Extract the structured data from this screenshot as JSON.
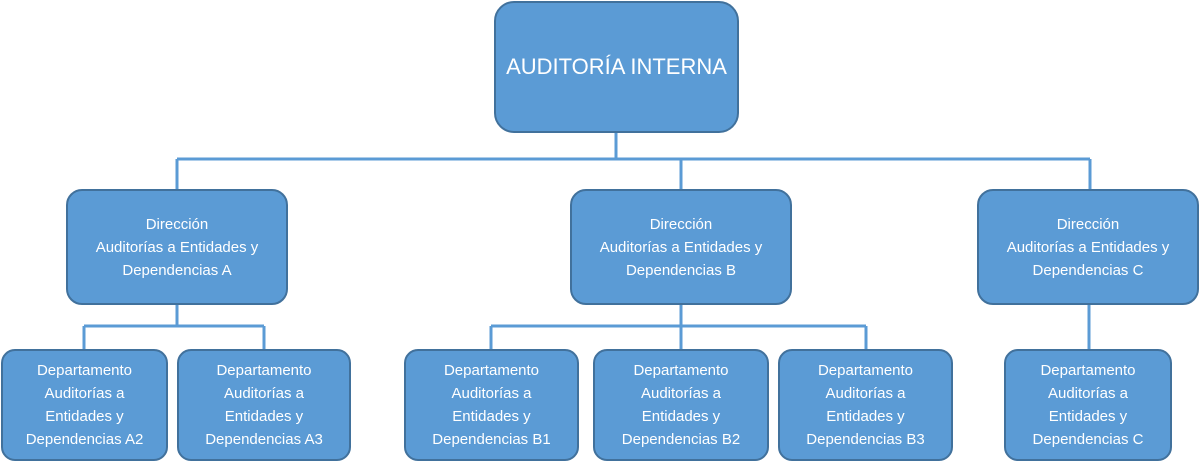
{
  "root": {
    "label": "AUDITORÍA INTERNA"
  },
  "direcciones": [
    {
      "label": "Dirección\nAuditorías a Entidades y\nDependencias A"
    },
    {
      "label": "Dirección\nAuditorías a Entidades y\nDependencias B"
    },
    {
      "label": "Dirección\nAuditorías a Entidades y\nDependencias C"
    }
  ],
  "departamentos": [
    {
      "label": "Departamento\nAuditorías a\nEntidades y\nDependencias A2"
    },
    {
      "label": "Departamento\nAuditorías a\nEntidades y\nDependencias A3"
    },
    {
      "label": "Departamento\nAuditorías a\nEntidades y\nDependencias B1"
    },
    {
      "label": "Departamento\nAuditorías a\nEntidades y\nDependencias B2"
    },
    {
      "label": "Departamento\nAuditorías a\nEntidades y\nDependencias B3"
    },
    {
      "label": "Departamento\nAuditorías a\nEntidades y\nDependencias C"
    }
  ],
  "colors": {
    "box_fill": "#5b9bd5",
    "box_border": "#41719c",
    "connector": "#5b9bd5",
    "text": "#ffffff"
  }
}
